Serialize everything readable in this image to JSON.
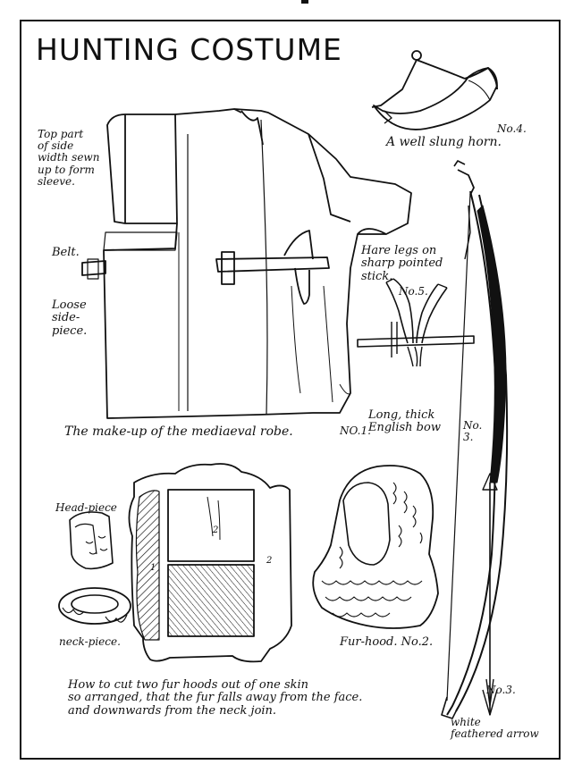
{
  "title": "HUNTING COSTUME",
  "robe": {
    "side_note": "Top part\nof side\nwidth sewn\nup to form\nsleeve.",
    "belt": "Belt.",
    "loose": "Loose\nside-\npiece.",
    "caption": "The make-up of the mediaeval robe.",
    "number": "NO.1."
  },
  "horn": {
    "number": "No.4.",
    "caption": "A well slung horn."
  },
  "hare": {
    "caption": "Hare legs on\nsharp pointed\nstick.",
    "number": "No.5."
  },
  "bow": {
    "caption": "Long, thick\nEnglish bow",
    "number": "No.\n3."
  },
  "skin": {
    "head_piece": "Head-piece",
    "neck_piece": "neck-piece.",
    "label_1": "1",
    "label_2": "2",
    "label_2b": "2",
    "caption": "How to cut two fur hoods out of one skin\nso arranged, that the fur falls away from the face.\nand downwards from the neck join."
  },
  "hood": {
    "caption": "Fur-hood. No.2."
  },
  "arrow": {
    "number": "No.3.",
    "caption": "white\nfeathered arrow"
  },
  "colors": {
    "ink": "#111111",
    "paper": "#ffffff"
  }
}
